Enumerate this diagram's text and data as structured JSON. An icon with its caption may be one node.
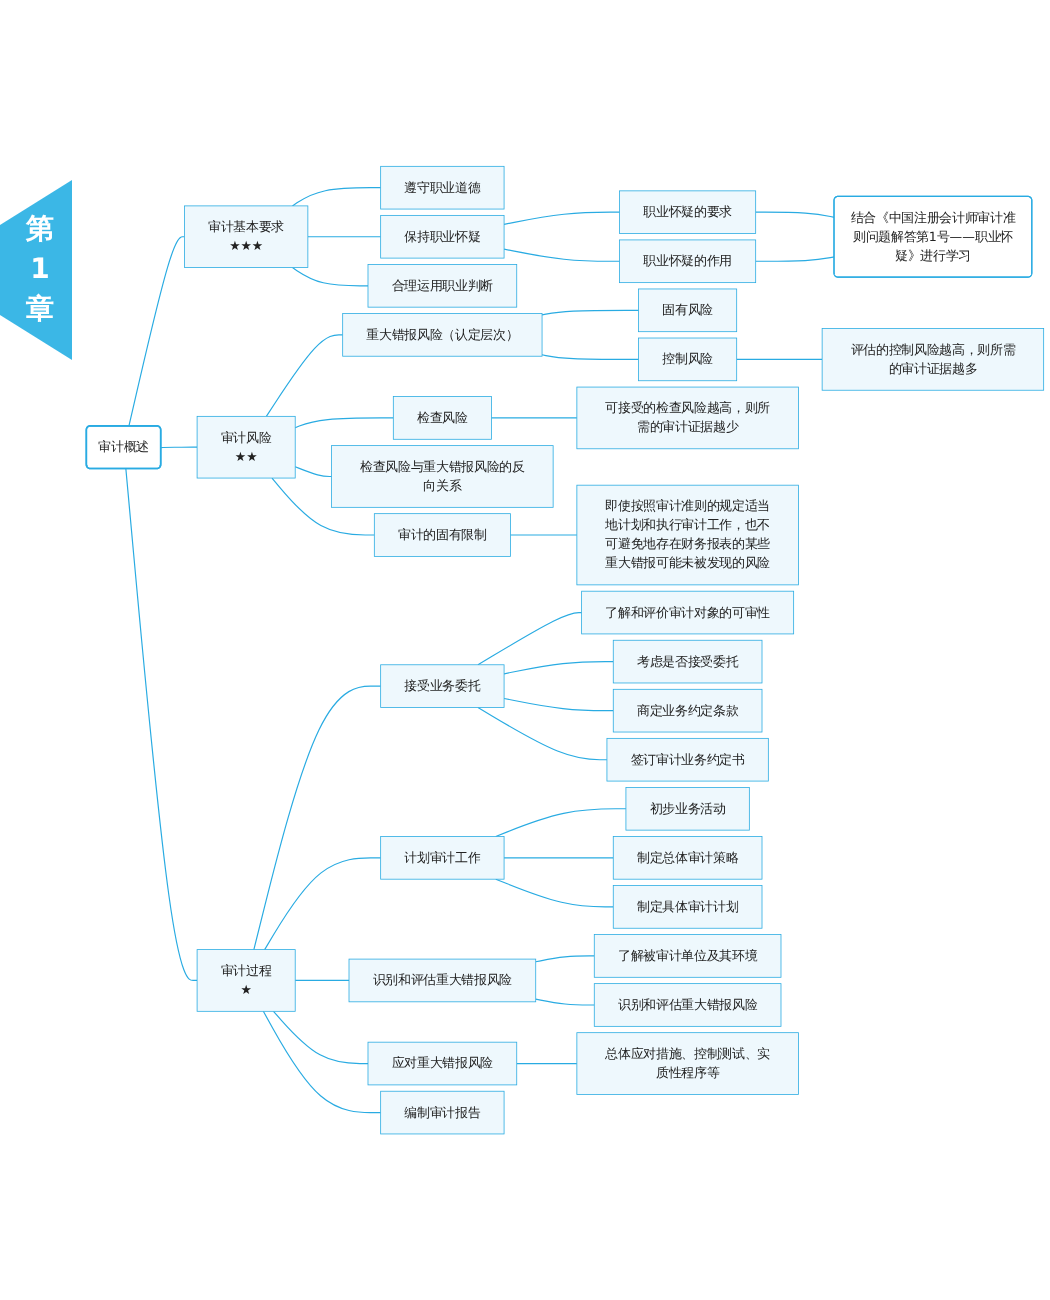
{
  "diagram": {
    "nodes": [
      {
        "text": [
          "审计概述"
        ]
      },
      {
        "text": [
          "审计基本要求",
          "★★★"
        ]
      },
      {
        "text": [
          "遵守职业道德"
        ]
      },
      {
        "text": [
          "保持职业怀疑"
        ]
      },
      {
        "text": [
          "职业怀疑的要求"
        ]
      },
      {
        "text": [
          "职业怀疑的作用"
        ]
      },
      {
        "text": [
          "结合《中国注册会计师审计准则问题解答第1号——职业怀疑》进行学习"
        ]
      },
      {
        "text": [
          "合理运用职业判断"
        ]
      },
      {
        "text": [
          "审计风险",
          "★★"
        ]
      },
      {
        "text": [
          "重大错报风险（认定层次）"
        ]
      },
      {
        "text": [
          "固有风险"
        ]
      },
      {
        "text": [
          "控制风险"
        ]
      },
      {
        "text": [
          "评估的控制风险越高，则所需的审计证据越多"
        ]
      },
      {
        "text": [
          "检查风险"
        ]
      },
      {
        "text": [
          "可接受的检查风险越高，则所需的审计证据越少"
        ]
      },
      {
        "text": [
          "检查风险与重大错报风险的反向关系"
        ]
      },
      {
        "text": [
          "审计的固有限制"
        ]
      },
      {
        "text": [
          "即使按照审计准则的规定适当地计划和执行审计工作，也不可避免地存在财务报表的某些重大错报可能未被发现的风险"
        ]
      },
      {
        "text": [
          "审计过程",
          "★"
        ]
      },
      {
        "text": [
          "接受业务委托"
        ]
      },
      {
        "text": [
          "了解和评价审计对象的可审性"
        ]
      },
      {
        "text": [
          "考虑是否接受委托"
        ]
      },
      {
        "text": [
          "商定业务约定条款"
        ]
      },
      {
        "text": [
          "签订审计业务约定书"
        ]
      },
      {
        "text": [
          "计划审计工作"
        ]
      },
      {
        "text": [
          "初步业务活动"
        ]
      },
      {
        "text": [
          "制定总体审计策略"
        ]
      },
      {
        "text": [
          "制定具体审计计划"
        ]
      },
      {
        "text": [
          "识别和评估重大错报风险"
        ]
      },
      {
        "text": [
          "了解被审计单位及其环境"
        ]
      },
      {
        "text": [
          "识别和评估重大错报风险"
        ]
      },
      {
        "text": [
          "应对重大错报风险"
        ]
      },
      {
        "text": [
          "总体应对措施、控制测试、实质性程序等"
        ]
      },
      {
        "text": [
          "编制审计报告"
        ]
      }
    ],
    "edges": [
      {
        "from": 0,
        "to": 1,
        "arrow": "none"
      },
      {
        "from": 0,
        "to": 8,
        "arrow": "none"
      },
      {
        "from": 0,
        "to": 18,
        "arrow": "none"
      },
      {
        "from": 1,
        "to": 2,
        "arrow": "none"
      },
      {
        "from": 1,
        "to": 3,
        "arrow": "none"
      },
      {
        "from": 1,
        "to": 7,
        "arrow": "none"
      },
      {
        "from": 3,
        "to": 4,
        "arrow": "none"
      },
      {
        "from": 3,
        "to": 5,
        "arrow": "none"
      },
      {
        "from": 4,
        "to": 6,
        "arrow": "none"
      },
      {
        "from": 5,
        "to": 6,
        "arrow": "none"
      },
      {
        "from": 8,
        "to": 9,
        "arrow": "none"
      },
      {
        "from": 8,
        "to": 13,
        "arrow": "none"
      },
      {
        "from": 8,
        "to": 15,
        "arrow": "none"
      },
      {
        "from": 8,
        "to": 16,
        "arrow": "none"
      },
      {
        "from": 9,
        "to": 10,
        "arrow": "none"
      },
      {
        "from": 9,
        "to": 11,
        "arrow": "none"
      },
      {
        "from": 11,
        "to": 12,
        "arrow": "none"
      },
      {
        "from": 13,
        "to": 14,
        "arrow": "none"
      },
      {
        "from": 16,
        "to": 17,
        "arrow": "none"
      },
      {
        "from": 18,
        "to": 19,
        "arrow": "none"
      },
      {
        "from": 18,
        "to": 24,
        "arrow": "none"
      },
      {
        "from": 18,
        "to": 28,
        "arrow": "none"
      },
      {
        "from": 18,
        "to": 31,
        "arrow": "none"
      },
      {
        "from": 18,
        "to": 33,
        "arrow": "none"
      },
      {
        "from": 19,
        "to": 20,
        "arrow": "none"
      },
      {
        "from": 19,
        "to": 21,
        "arrow": "none"
      },
      {
        "from": 19,
        "to": 22,
        "arrow": "none"
      },
      {
        "from": 19,
        "to": 23,
        "arrow": "none"
      },
      {
        "from": 24,
        "to": 25,
        "arrow": "none"
      },
      {
        "from": 24,
        "to": 26,
        "arrow": "none"
      },
      {
        "from": 24,
        "to": 27,
        "arrow": "none"
      },
      {
        "from": 28,
        "to": 29,
        "arrow": "none"
      },
      {
        "from": 28,
        "to": 30,
        "arrow": "none"
      },
      {
        "from": 31,
        "to": 32,
        "arrow": "none"
      }
    ],
    "labels": [
      "第1章"
    ]
  }
}
